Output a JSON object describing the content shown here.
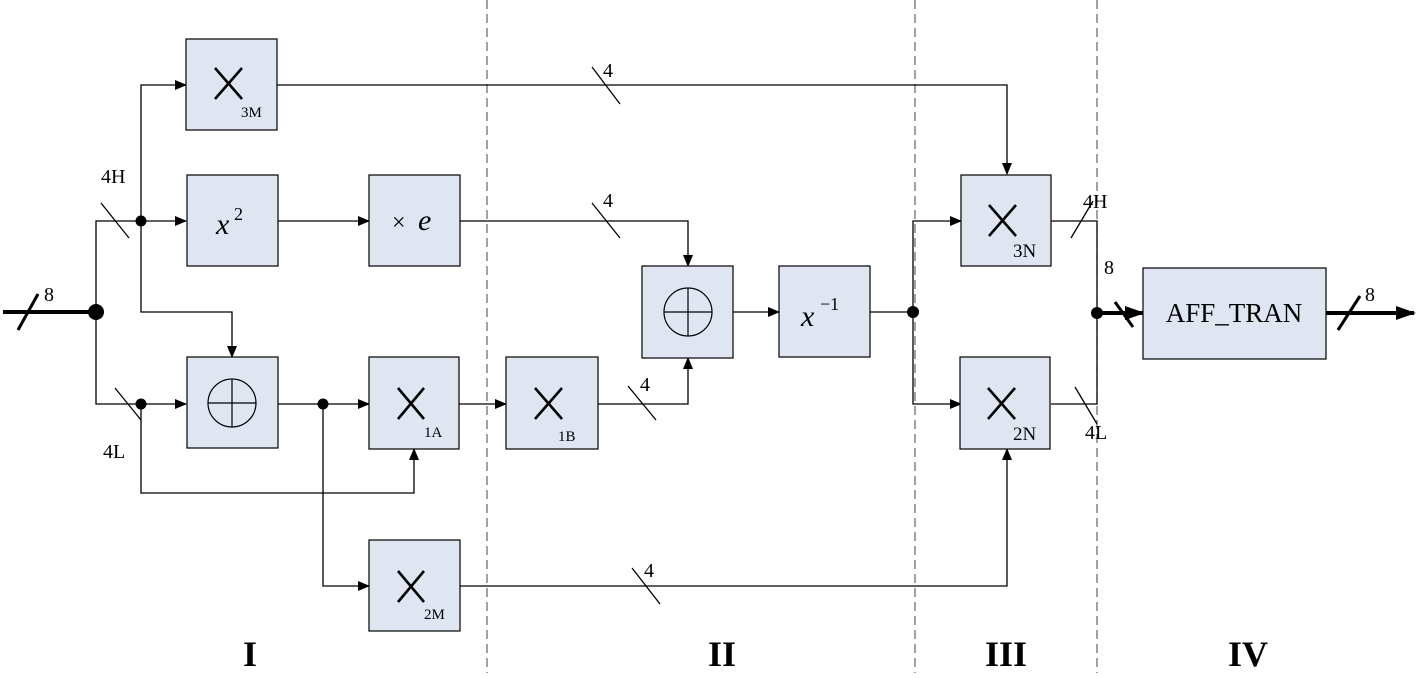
{
  "bus_widths": {
    "input": "8",
    "output": "8",
    "high_split": "4H",
    "low_split": "4L",
    "to_3N_high": "4H",
    "from_2N_low": "4L",
    "path_3M": "4",
    "path_xe": "4",
    "path_1B": "4",
    "path_2M": "4"
  },
  "blocks": {
    "mul_3M": {
      "sub": "3M"
    },
    "square": {
      "base": "x",
      "exp": "2"
    },
    "times_e": {
      "op": "×",
      "e": "e"
    },
    "xor_main": {},
    "mul_1A": {
      "sub": "1A"
    },
    "mul_1B": {
      "sub": "1B"
    },
    "mul_2M": {
      "sub": "2M"
    },
    "xor_mid": {},
    "inverse": {
      "base": "x",
      "exp": "−1"
    },
    "mul_3N": {
      "sub": "3N"
    },
    "mul_2N": {
      "sub": "2N"
    },
    "aff_tran": {
      "label": "AFF_TRAN"
    }
  },
  "stages": [
    "I",
    "II",
    "III",
    "IV"
  ]
}
